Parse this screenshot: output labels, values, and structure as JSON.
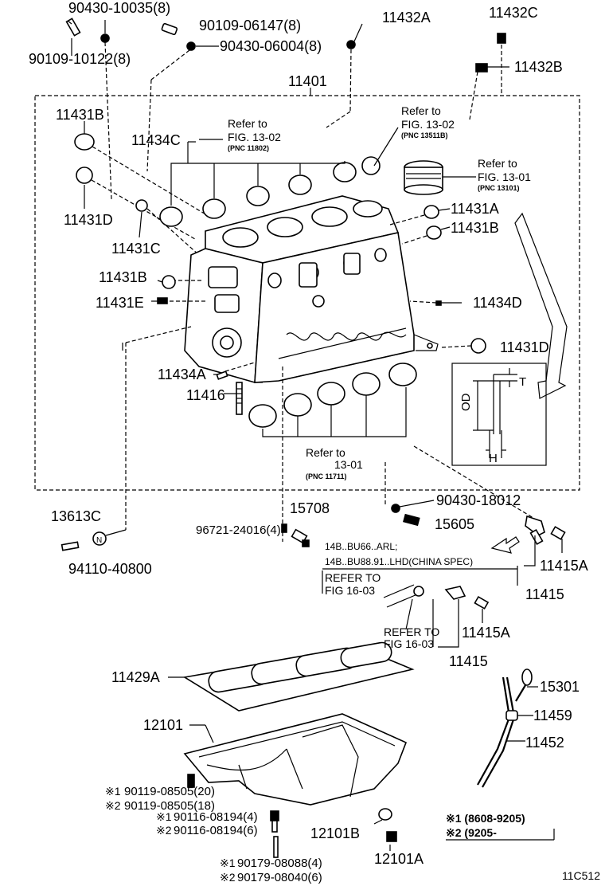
{
  "parts": {
    "p90430_10035": "90430-10035(8)",
    "p90109_10122": "90109-10122(8)",
    "p90109_06147": "90109-06147(8)",
    "p90430_06004": "90430-06004(8)",
    "p11432A": "11432A",
    "p11432C": "11432C",
    "p11432B": "11432B",
    "p11401": "11401",
    "p11431B_a": "11431B",
    "p11434C": "11434C",
    "p11431D_a": "11431D",
    "p11431C": "11431C",
    "p11431A": "11431A",
    "p11431B_b": "11431B",
    "p11431B_c": "11431B",
    "p11431E": "11431E",
    "p11434D": "11434D",
    "p11431D_b": "11431D",
    "p11434A": "11434A",
    "p11416": "11416",
    "p13613C": "13613C",
    "p94110_40800": "94110-40800",
    "p15708": "15708",
    "p96721_24016": "96721-24016(4)",
    "p90430_18012": "90430-18012",
    "p15605": "15605",
    "p11415A_a": "11415A",
    "p11415_a": "11415",
    "p11415A_b": "11415A",
    "p11415_b": "11415",
    "p11429A": "11429A",
    "p12101": "12101",
    "p15301": "15301",
    "p11459": "11459",
    "p11452": "11452",
    "p90119_08505_20": "90119-08505(20)",
    "p90119_08505_18": "90119-08505(18)",
    "p90116_08194_a": "90116-08194(4)",
    "p90116_08194_b": "90116-08194(6)",
    "p12101B": "12101B",
    "p12101A": "12101A",
    "p90179_08088": "90179-08088(4)",
    "p90179_08040": "90179-08040(6)"
  },
  "markers": {
    "m1": "※1",
    "m2": "※2"
  },
  "refs": {
    "r1_line1": "Refer to",
    "r1_line2": "FIG. 13-02",
    "r1_line3": "(PNC 11802)",
    "r2_line1": "Refer to",
    "r2_line2": "FIG. 13-02",
    "r2_line3": "(PNC 13511B)",
    "r3_line1": "Refer to",
    "r3_line2": "FIG. 13-01",
    "r3_line3": "(PNC 13101)",
    "r4_line1": "Refer to",
    "r4_line2": "13-01",
    "r4_line3": "(PNC 11711)",
    "r5_line1": "REFER TO",
    "r5_line2": "FIG 16-03",
    "r6_line1": "REFER TO",
    "r6_line2": "FIG 16-03"
  },
  "notes": {
    "spec1": "14B..BU66..ARL;",
    "spec2": "14B..BU88.91..LHD(CHINA SPEC)"
  },
  "legend": {
    "row1": "※1 (8608-9205)",
    "row2": "※2 (9205-"
  },
  "detail": {
    "od": "OD",
    "t": "T",
    "h": "H"
  },
  "figure_code": "11C512"
}
